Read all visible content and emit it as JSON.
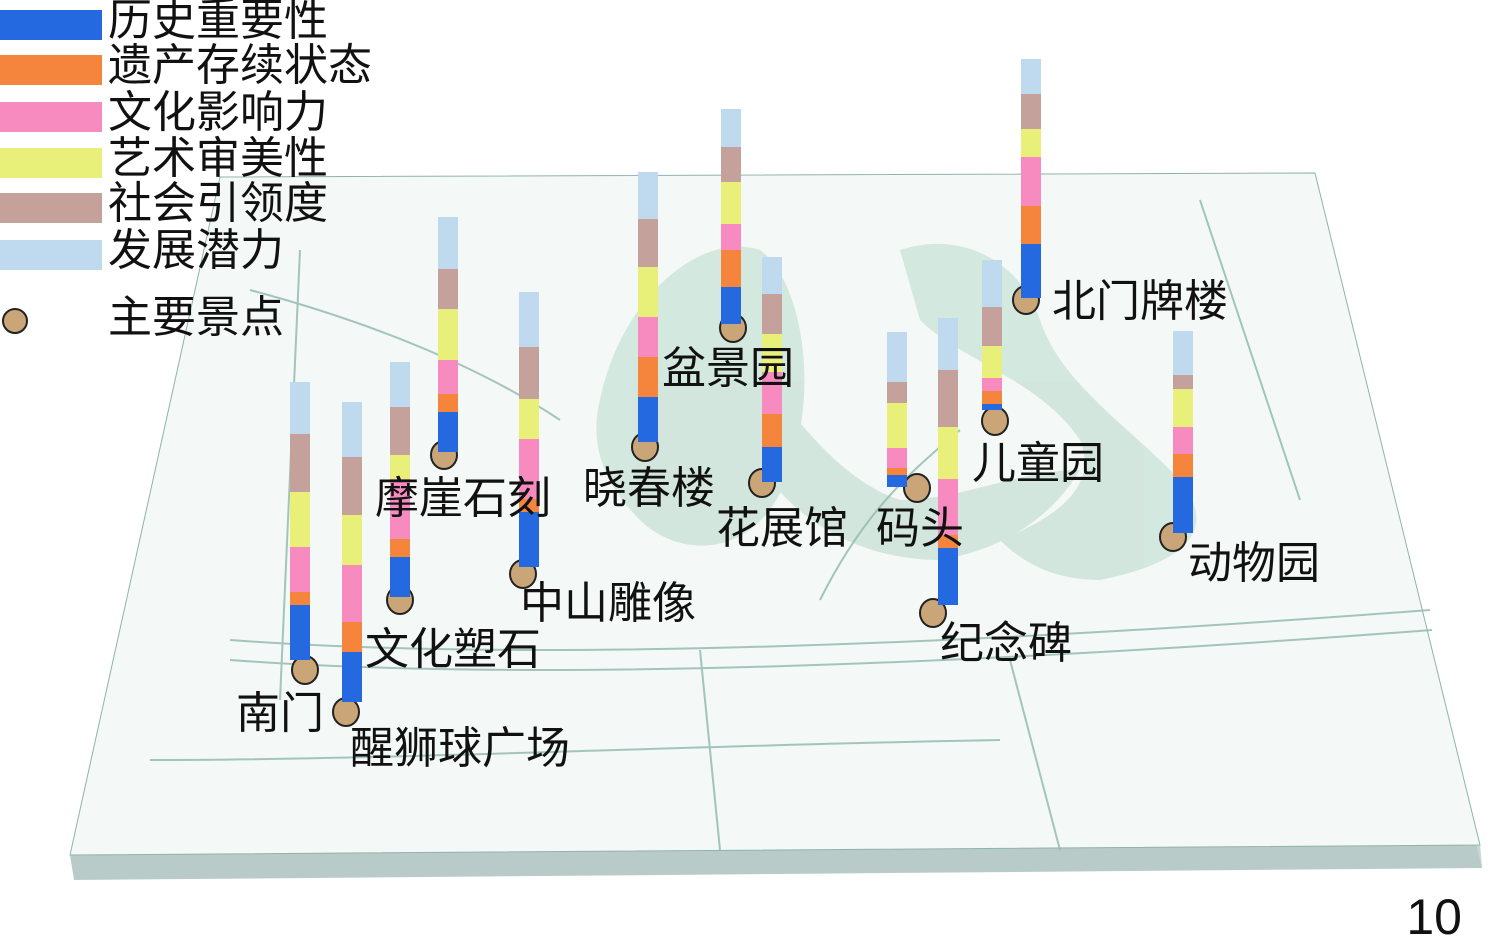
{
  "chart_data": {
    "type": "bar",
    "subtype": "stacked-3d-map",
    "title": "",
    "series": [
      {
        "name": "历史重要性",
        "color": "#2469e0"
      },
      {
        "name": "遗产存续状态",
        "color": "#f5843d"
      },
      {
        "name": "文化影响力",
        "color": "#f78bbf"
      },
      {
        "name": "艺术审美性",
        "color": "#e9f07a"
      },
      {
        "name": "社会引领度",
        "color": "#c4a29b"
      },
      {
        "name": "发展潜力",
        "color": "#bfd9ef"
      }
    ],
    "point_legend": {
      "name": "主要景点",
      "color": "#c9a577"
    },
    "sites": [
      {
        "name": "南门",
        "values": [
          5.5,
          1.3,
          4.5,
          5.5,
          5.8,
          5.2
        ]
      },
      {
        "name": "醒狮球广场",
        "values": [
          5.0,
          3.0,
          5.7,
          5.0,
          5.8,
          5.5
        ]
      },
      {
        "name": "文化塑石",
        "values": [
          4.0,
          1.8,
          6.0,
          2.4,
          4.8,
          4.5
        ]
      },
      {
        "name": "摩崖石刻",
        "values": [
          4.0,
          1.8,
          3.4,
          5.1,
          4.0,
          5.2
        ]
      },
      {
        "name": "中山雕像",
        "values": [
          5.5,
          1.3,
          6.0,
          4.0,
          5.2,
          5.5
        ]
      },
      {
        "name": "晓春楼",
        "values": [
          4.5,
          4.0,
          4.0,
          5.0,
          4.8,
          4.7
        ]
      },
      {
        "name": "盆景园",
        "values": [
          3.7,
          3.7,
          2.6,
          4.2,
          3.5,
          3.8
        ]
      },
      {
        "name": "花展馆",
        "values": [
          3.5,
          3.3,
          4.2,
          3.8,
          4.0,
          3.7
        ]
      },
      {
        "name": "码头",
        "values": [
          1.2,
          0.7,
          2.0,
          4.5,
          2.1,
          5.0
        ]
      },
      {
        "name": "纪念碑",
        "values": [
          5.7,
          1.3,
          5.6,
          5.2,
          5.7,
          5.2
        ]
      },
      {
        "name": "儿童园",
        "values": [
          0.6,
          1.3,
          1.3,
          3.2,
          3.9,
          4.7
        ]
      },
      {
        "name": "北门牌楼",
        "values": [
          5.4,
          3.8,
          4.9,
          2.8,
          3.5,
          3.5
        ]
      },
      {
        "name": "动物园",
        "values": [
          5.6,
          2.3,
          2.7,
          3.8,
          1.4,
          4.4
        ]
      }
    ]
  },
  "page_number": "10"
}
